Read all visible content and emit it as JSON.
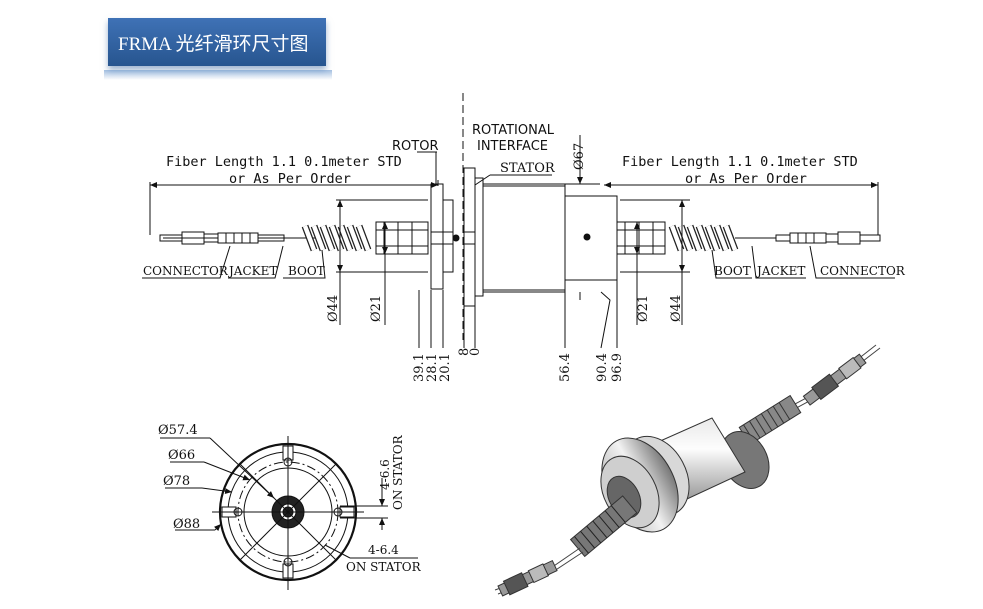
{
  "title": "FRMA 光纤滑环尺寸图",
  "labels": {
    "rotor": "ROTOR",
    "rotational_interface": [
      "ROTATIONAL",
      "INTERFACE"
    ],
    "stator": "STATOR",
    "fiber_length_left": [
      "Fiber Length 1.1 0.1meter STD",
      "or As Per Order"
    ],
    "fiber_length_right": [
      "Fiber Length 1.1 0.1meter STD",
      "or As Per Order"
    ],
    "connector_left": "CONNECTOR",
    "jacket_left": "JACKET",
    "boot_left": "BOOT",
    "boot_right": "BOOT",
    "jacket_right": "JACKET",
    "connector_right": "CONNECTOR",
    "dia67": "Ø67",
    "dia44_left": "Ø44",
    "dia21_left": "Ø21",
    "dia21_right": "Ø21",
    "dia44_right": "Ø44",
    "dim_39_1": "39.1",
    "dim_28_1": "28.1",
    "dim_20_1": "20.1",
    "dim_8": "8",
    "dim_0": "0",
    "dim_56_4": "56.4",
    "dim_90_4": "90.4",
    "dim_96_9": "96.9",
    "dia57_4": "Ø57.4",
    "dia66": "Ø66",
    "dia78": "Ø78",
    "dia88": "Ø88",
    "holes_stator_top": [
      "4-6.6",
      "ON STATOR"
    ],
    "holes_stator_bottom": [
      "4-6.4",
      "ON STATOR"
    ]
  }
}
